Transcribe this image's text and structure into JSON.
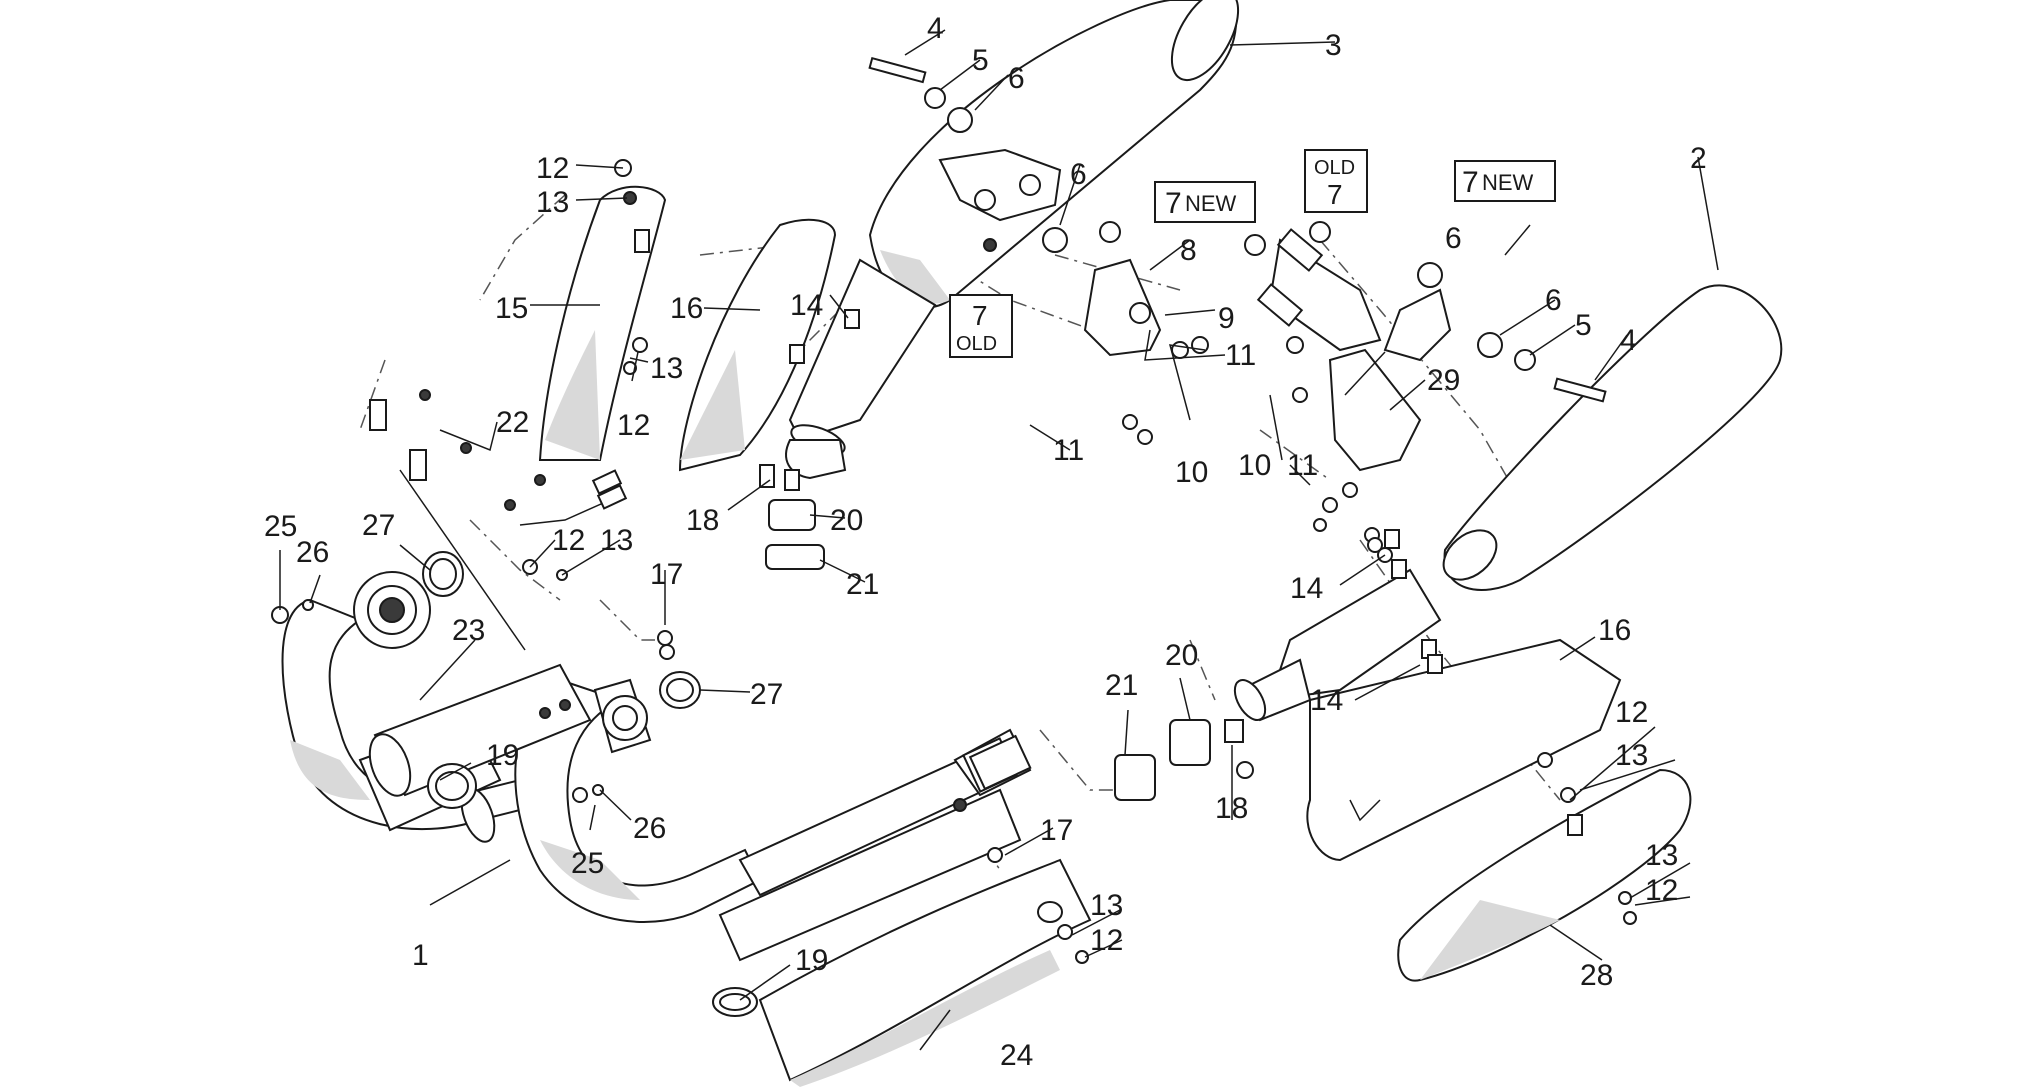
{
  "callouts": [
    {
      "id": "c1",
      "text": "1"
    },
    {
      "id": "c2",
      "text": "2"
    },
    {
      "id": "c3",
      "text": "3"
    },
    {
      "id": "c4a",
      "text": "4"
    },
    {
      "id": "c4b",
      "text": "4"
    },
    {
      "id": "c5a",
      "text": "5"
    },
    {
      "id": "c5b",
      "text": "5"
    },
    {
      "id": "c6a",
      "text": "6"
    },
    {
      "id": "c6b",
      "text": "6"
    },
    {
      "id": "c6c",
      "text": "6"
    },
    {
      "id": "c6d",
      "text": "6"
    },
    {
      "id": "c8",
      "text": "8"
    },
    {
      "id": "c9",
      "text": "9"
    },
    {
      "id": "c10a",
      "text": "10"
    },
    {
      "id": "c10b",
      "text": "10"
    },
    {
      "id": "c11a",
      "text": "11"
    },
    {
      "id": "c11b",
      "text": "11"
    },
    {
      "id": "c11c",
      "text": "11"
    },
    {
      "id": "c12a",
      "text": "12"
    },
    {
      "id": "c12b",
      "text": "12"
    },
    {
      "id": "c12c",
      "text": "12"
    },
    {
      "id": "c12d",
      "text": "12"
    },
    {
      "id": "c12e",
      "text": "12"
    },
    {
      "id": "c12f",
      "text": "12"
    },
    {
      "id": "c13a",
      "text": "13"
    },
    {
      "id": "c13b",
      "text": "13"
    },
    {
      "id": "c13c",
      "text": "13"
    },
    {
      "id": "c13d",
      "text": "13"
    },
    {
      "id": "c13e",
      "text": "13"
    },
    {
      "id": "c13f",
      "text": "13"
    },
    {
      "id": "c14a",
      "text": "14"
    },
    {
      "id": "c14b",
      "text": "14"
    },
    {
      "id": "c14c",
      "text": "14"
    },
    {
      "id": "c15",
      "text": "15"
    },
    {
      "id": "c16a",
      "text": "16"
    },
    {
      "id": "c16b",
      "text": "16"
    },
    {
      "id": "c17a",
      "text": "17"
    },
    {
      "id": "c17b",
      "text": "17"
    },
    {
      "id": "c18a",
      "text": "18"
    },
    {
      "id": "c18b",
      "text": "18"
    },
    {
      "id": "c19a",
      "text": "19"
    },
    {
      "id": "c19b",
      "text": "19"
    },
    {
      "id": "c20a",
      "text": "20"
    },
    {
      "id": "c20b",
      "text": "20"
    },
    {
      "id": "c21a",
      "text": "21"
    },
    {
      "id": "c21b",
      "text": "21"
    },
    {
      "id": "c22",
      "text": "22"
    },
    {
      "id": "c23",
      "text": "23"
    },
    {
      "id": "c24",
      "text": "24"
    },
    {
      "id": "c25a",
      "text": "25"
    },
    {
      "id": "c25b",
      "text": "25"
    },
    {
      "id": "c26a",
      "text": "26"
    },
    {
      "id": "c26b",
      "text": "26"
    },
    {
      "id": "c27a",
      "text": "27"
    },
    {
      "id": "c27b",
      "text": "27"
    },
    {
      "id": "c28",
      "text": "28"
    },
    {
      "id": "c29",
      "text": "29"
    }
  ],
  "boxed_labels": {
    "new_left": {
      "number": "7",
      "suffix": "NEW"
    },
    "new_right": {
      "number": "7",
      "suffix": "NEW"
    },
    "old_left": {
      "number": "7",
      "tag": "OLD"
    },
    "old_right": {
      "number": "7",
      "tag": "OLD"
    }
  }
}
